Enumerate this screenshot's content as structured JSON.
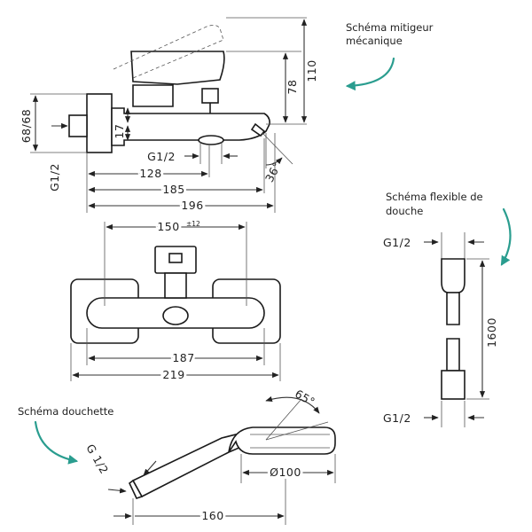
{
  "captions": {
    "mixer_line1": "Schéma mitigeur",
    "mixer_line2": "mécanique",
    "hose_line1": "Schéma flexible de",
    "hose_line2": "douche",
    "handshower": "Schéma douchette"
  },
  "side_view": {
    "d110": "110",
    "d78": "78",
    "d17": "17",
    "d68": "68/68",
    "g12_left": "G1/2",
    "g12_bottom": "G1/2",
    "d128": "128",
    "d185": "185",
    "d196": "196",
    "angle": "36°"
  },
  "front_view": {
    "d150": "150",
    "tol": "±12",
    "d187": "187",
    "d219": "219"
  },
  "hose": {
    "g_top": "G1/2",
    "length": "1600",
    "g_bottom": "G1/2"
  },
  "handshower": {
    "angle": "65°",
    "g12": "G 1/2",
    "diameter": "Ø100",
    "length": "160"
  },
  "colors": {
    "callout": "#2a9d8f",
    "line": "#1a1a1a"
  }
}
